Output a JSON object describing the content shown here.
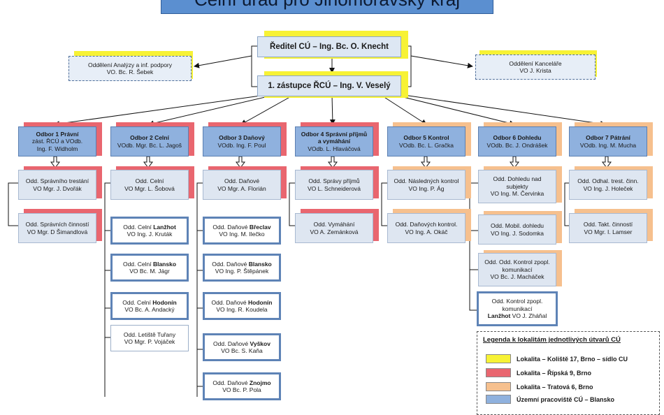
{
  "title": "Celní úřad pro Jihomoravský kraj",
  "director": "Ředitel CÚ – Ing. Bc. O. Knecht",
  "deputy": "1. zástupce ŘCÚ – Ing. V. Veselý",
  "analytics": {
    "line1": "Oddělení Analýzy a inf. podpory",
    "line2": "VO. Bc. R. Šebek"
  },
  "office": {
    "line1": "Oddělení Kanceláře",
    "line2": "VO J. Krista"
  },
  "odbory": [
    {
      "title": "Odbor 1 Právní",
      "l2": "zást. ŘCÚ a VOdb.",
      "l3": "Ing. F. Widholm"
    },
    {
      "title": "Odbor 2 Celní",
      "l2": "VOdb. Mgr. Bc. L. Jagoš",
      "l3": ""
    },
    {
      "title": "Odbor 3 Daňový",
      "l2": "VOdb. Ing. F. Poul",
      "l3": ""
    },
    {
      "title": "Odbor 4 Správní příjmů",
      "l2": "a vymáhání",
      "l3": "VOdb. L. Hlaváčová"
    },
    {
      "title": "Odbor 5 Kontrol",
      "l2": "VOdb. Bc. L. Gračka",
      "l3": ""
    },
    {
      "title": "Odbor 6 Dohledu",
      "l2": "VOdb. Bc. J. Ondrášek",
      "l3": ""
    },
    {
      "title": "Odbor 7 Pátrání",
      "l2": "VOdb. Ing. M. Mucha",
      "l3": ""
    }
  ],
  "depts": {
    "o1a": {
      "l1": "Odd. Správního trestání",
      "l2": "VO  Mgr. J. Dvořák"
    },
    "o1b": {
      "l1": "Odd. Správních činností",
      "l2": "VO Mgr. D Šimandlová"
    },
    "o2a": {
      "l1": "Odd. Celní",
      "l2": "VO Mgr. L. Šobová"
    },
    "o2b": {
      "pre": "Odd. Celní ",
      "bold": "Lanžhot",
      "l2": "VO Ing. J. Kruták"
    },
    "o2c": {
      "pre": "Odd. Celní ",
      "bold": "Blansko",
      "l2": "VO Bc. M. Jágr"
    },
    "o2d": {
      "pre": "Odd. Celní ",
      "bold": "Hodonín",
      "l2": "VO Bc. A. Andacký"
    },
    "o2e": {
      "l1": "Odd. Letiště Tuřany",
      "l2": "VO Mgr. P. Vojáček"
    },
    "o3a": {
      "l1": "Odd. Daňové",
      "l2": "VO Mgr. A. Florián"
    },
    "o3b": {
      "pre": "Odd. Daňové ",
      "bold": "Břeclav",
      "l2": "VO Ing. M. Ilečko"
    },
    "o3c": {
      "pre": "Odd. Daňové ",
      "bold": "Blansko",
      "l2": "VO Ing. P. Štěpánek"
    },
    "o3d": {
      "pre": "Odd. Daňové ",
      "bold": "Hodonín",
      "l2": "VO Ing. R. Koudela"
    },
    "o3e": {
      "pre": "Odd. Daňové ",
      "bold": "Vyškov",
      "l2": "VO Bc.  S. Kaňa"
    },
    "o3f": {
      "pre": "Odd. Daňové ",
      "bold": "Znojmo",
      "l2": "VO Bc. P. Pola"
    },
    "o4a": {
      "l1": "Odd. Správy příjmů",
      "l2": "VO L. Schneiderová"
    },
    "o4b": {
      "l1": "Odd. Vymáhání",
      "l2": "VO A. Zemánková"
    },
    "o5a": {
      "l1": "Odd. Následných kontrol",
      "l2": "VO Ing. P. Ág"
    },
    "o5b": {
      "l1": "Odd. Daňových kontrol.",
      "l2": "VO Ing. A. Okáč"
    },
    "o6a": {
      "l1": "Odd. Dohledu nad",
      "l2": "subjekty",
      "l3": "VO Ing. M. Červinka"
    },
    "o6b": {
      "l1": "Odd. Mobil. dohledu",
      "l2": "VO Ing. J. Sodomka"
    },
    "o6c": {
      "l1": "Odd. Odd. Kontrol zpopl.",
      "l2": "komunikací",
      "l3": "VO Bc. J. Macháček"
    },
    "o6d": {
      "l1": "Odd. Kontrol zpopl.",
      "l2": "komunikací",
      "bold": "Lanžhot",
      "l3": " VO J. Zháňal"
    },
    "o7a": {
      "l1": "Odd. Odhal. trest. činn.",
      "l2": "VO Ing. J. Holeček"
    },
    "o7b": {
      "l1": "Odd. Takt. činností",
      "l2": "VO Mgr. I. Lamser"
    }
  },
  "legend": {
    "title": "Legenda k lokalitám jednotlivých útvarů CÚ",
    "items": [
      {
        "label": "Lokalita – Koliště 17, Brno – sídlo CU",
        "color": "#f7f235"
      },
      {
        "label": "Lokalita – Řípská 9, Brno",
        "color": "#e9666f"
      },
      {
        "label": "Lokalita – Tratová 6, Brno",
        "color": "#f6c08e"
      },
      {
        "label": "Územní pracoviště CÚ – Blansko",
        "color": "#8fb1de"
      }
    ]
  }
}
